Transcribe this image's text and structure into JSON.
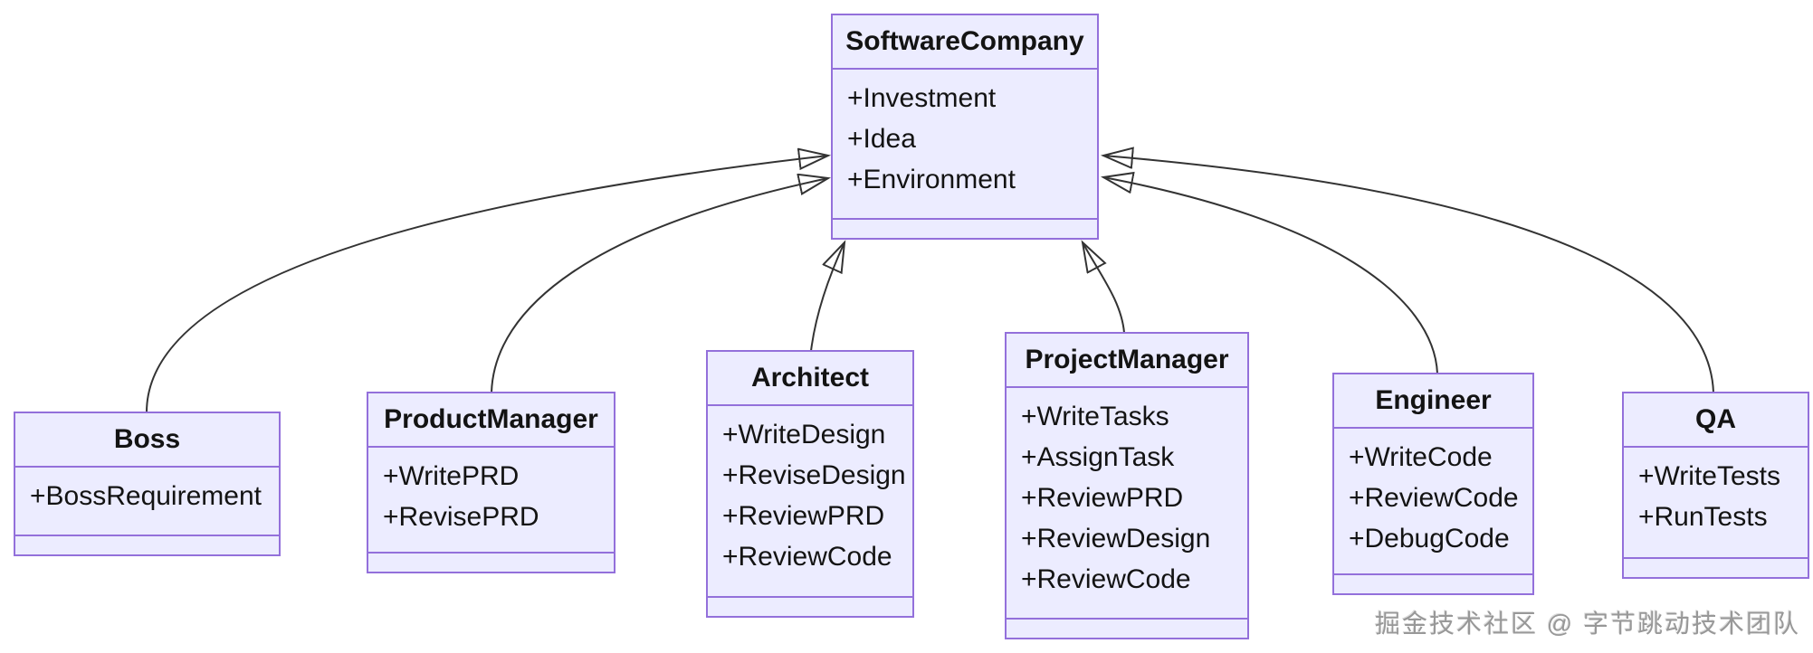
{
  "diagram": {
    "type": "uml-class-diagram",
    "relationship": "inheritance",
    "parent_class": "SoftwareCompany",
    "child_classes": [
      "Boss",
      "ProductManager",
      "Architect",
      "ProjectManager",
      "Engineer",
      "QA"
    ],
    "colors": {
      "class_fill": "#ECECFF",
      "class_border": "#9370DB",
      "edge_line": "#333333",
      "text": "#131313",
      "background": "#FFFFFF",
      "watermark_text": "#989898"
    }
  },
  "classes": [
    {
      "name": "SoftwareCompany",
      "members": [
        "+Investment",
        "+Idea",
        "+Environment"
      ]
    },
    {
      "name": "Boss",
      "members": [
        "+BossRequirement"
      ]
    },
    {
      "name": "ProductManager",
      "members": [
        "+WritePRD",
        "+RevisePRD"
      ]
    },
    {
      "name": "Architect",
      "members": [
        "+WriteDesign",
        "+ReviseDesign",
        "+ReviewPRD",
        "+ReviewCode"
      ]
    },
    {
      "name": "ProjectManager",
      "members": [
        "+WriteTasks",
        "+AssignTask",
        "+ReviewPRD",
        "+ReviewDesign",
        "+ReviewCode"
      ]
    },
    {
      "name": "Engineer",
      "members": [
        "+WriteCode",
        "+ReviewCode",
        "+DebugCode"
      ]
    },
    {
      "name": "QA",
      "members": [
        "+WriteTests",
        "+RunTests"
      ]
    }
  ],
  "watermark": "掘金技术社区 @ 字节跳动技术团队"
}
